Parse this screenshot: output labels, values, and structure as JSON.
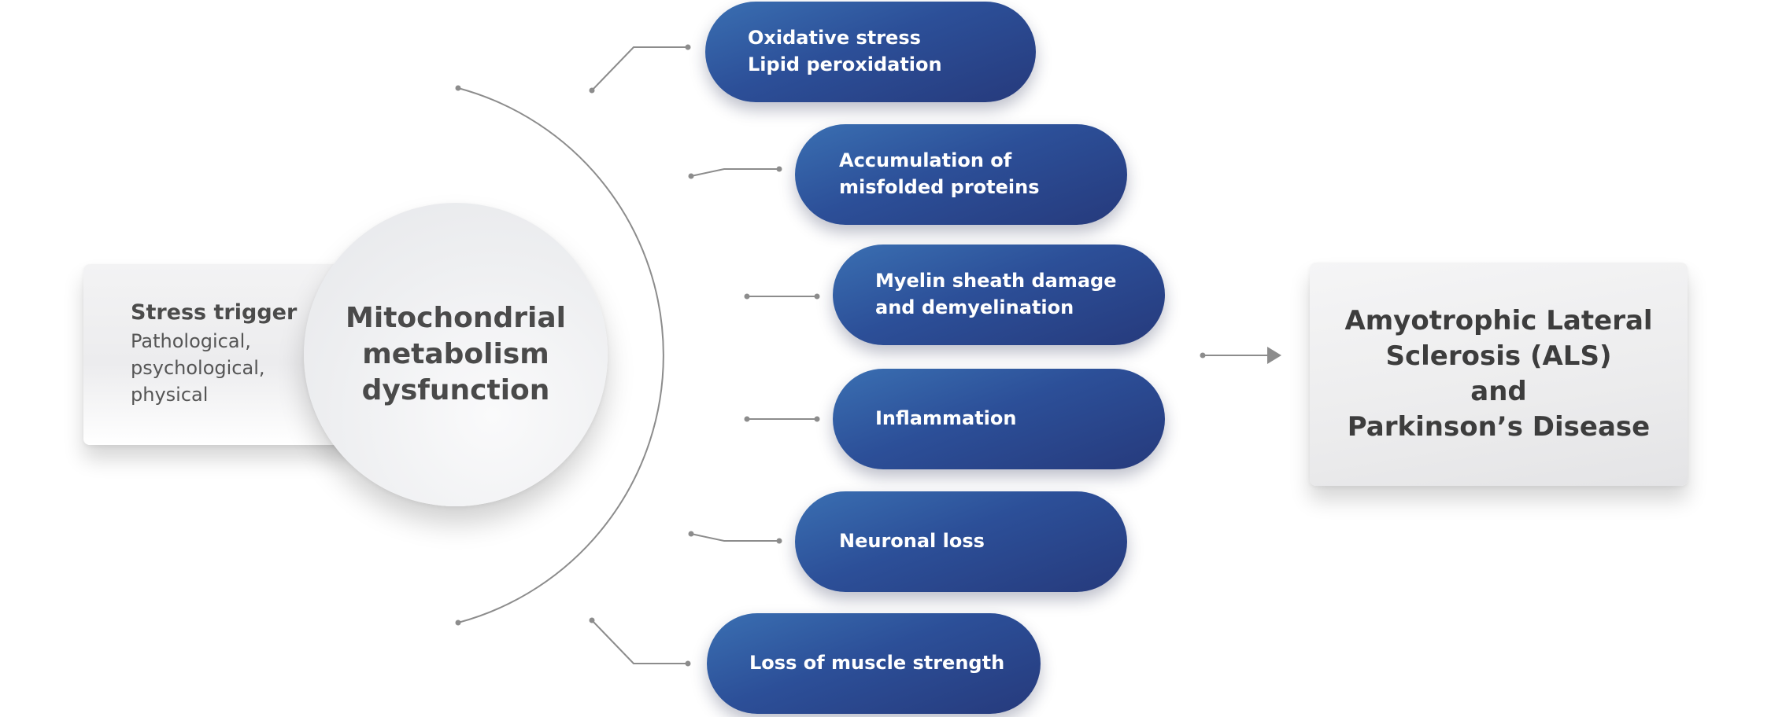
{
  "stress": {
    "title": "Stress trigger",
    "lines": [
      "Pathological,",
      "psychological,",
      "physical"
    ]
  },
  "core": {
    "lines": [
      "Mitochondrial",
      "metabolism",
      "dysfunction"
    ]
  },
  "effects": [
    {
      "lines": [
        "Oxidative stress",
        "Lipid peroxidation"
      ]
    },
    {
      "lines": [
        "Accumulation of",
        "misfolded proteins"
      ]
    },
    {
      "lines": [
        "Myelin sheath damage",
        "and demyelination"
      ]
    },
    {
      "lines": [
        "Inflammation"
      ]
    },
    {
      "lines": [
        "Neuronal loss"
      ]
    },
    {
      "lines": [
        "Loss of muscle strength"
      ]
    }
  ],
  "result": {
    "lines": [
      "Amyotrophic Lateral",
      "Sclerosis (ALS)",
      "and",
      "Parkinson’s Disease"
    ]
  },
  "colors": {
    "pill_start": "#3a6fb2",
    "pill_end": "#263a7c",
    "connector": "#8c8c8c",
    "text_dark": "#4a4a4a"
  }
}
